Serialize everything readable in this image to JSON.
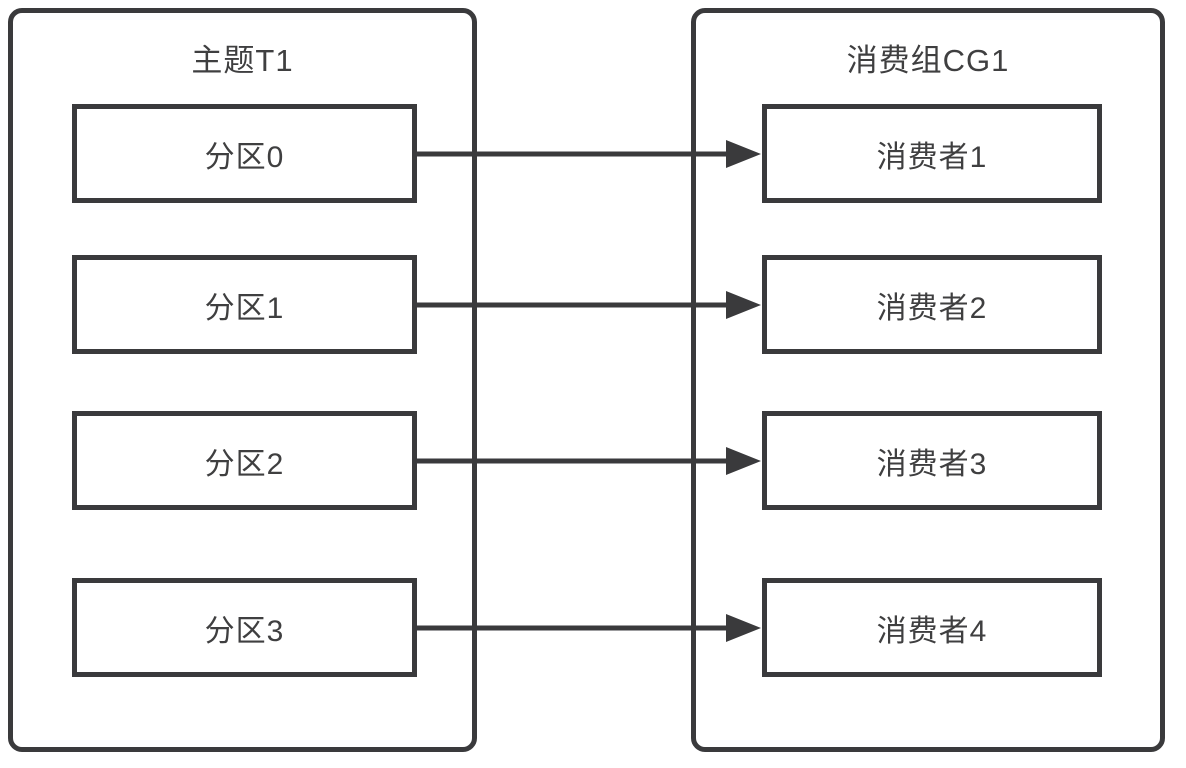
{
  "diagram": {
    "type": "topic-partition-consumer-mapping",
    "colors": {
      "stroke": "#3a3a3c",
      "text": "#3f3f40",
      "background": "#ffffff"
    },
    "topic": {
      "title": "主题T1",
      "partitions": [
        {
          "label": "分区0"
        },
        {
          "label": "分区1"
        },
        {
          "label": "分区2"
        },
        {
          "label": "分区3"
        }
      ]
    },
    "consumer_group": {
      "title": "消费组CG1",
      "consumers": [
        {
          "label": "消费者1"
        },
        {
          "label": "消费者2"
        },
        {
          "label": "消费者3"
        },
        {
          "label": "消费者4"
        }
      ]
    },
    "connections": [
      {
        "from": "分区0",
        "to": "消费者1"
      },
      {
        "from": "分区1",
        "to": "消费者2"
      },
      {
        "from": "分区2",
        "to": "消费者3"
      },
      {
        "from": "分区3",
        "to": "消费者4"
      }
    ]
  }
}
